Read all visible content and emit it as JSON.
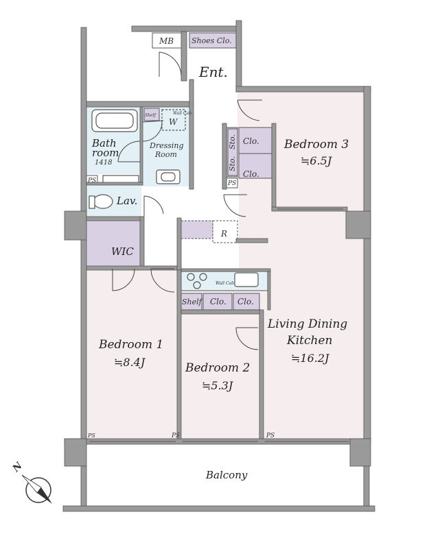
{
  "colors": {
    "wall": "#9a9a9a",
    "wall_edge": "#555555",
    "room_pink": "#f6eeee",
    "room_wet": "#e3f1f6",
    "storage": "#d9d0e3",
    "entry_floor": "#ffffff",
    "balcony": "#ffffff"
  },
  "labels": {
    "mb": "MB",
    "shoes": "Shoes Clo.",
    "entrance": "Ent.",
    "shelf_small": "Shelf",
    "wall_cab_top": "Wall Cab.",
    "w": "W",
    "bath_line1": "Bath",
    "bath_line2": "room",
    "bath_size": "1418",
    "dressing_line1": "Dressing",
    "dressing_line2": "Room",
    "ps_left": "PS",
    "lav": "Lav.",
    "wic": "WIC",
    "sto1": "Sto.",
    "sto2": "Sto.",
    "clo_b3_1": "Clo.",
    "clo_b3_2": "Clo.",
    "ps_b3": "PS",
    "bedroom3": "Bedroom 3",
    "bedroom3_size": "≒6.5J",
    "refrigerator": "R",
    "wall_cab_kitchen": "Wall Cab.",
    "shelf": "Shelf",
    "clo_b2_1": "Clo.",
    "clo_b2_2": "Clo.",
    "ldk_line1": "Living Dining",
    "ldk_line2": "Kitchen",
    "ldk_size": "≒16.2J",
    "bedroom1": "Bedroom 1",
    "bedroom1_size": "≒8.4J",
    "bedroom2": "Bedroom 2",
    "bedroom2_size": "≒5.3J",
    "ps_b1": "PS",
    "ps_b2": "PS",
    "ps_ldk": "PS",
    "balcony": "Balcony",
    "north": "N"
  }
}
